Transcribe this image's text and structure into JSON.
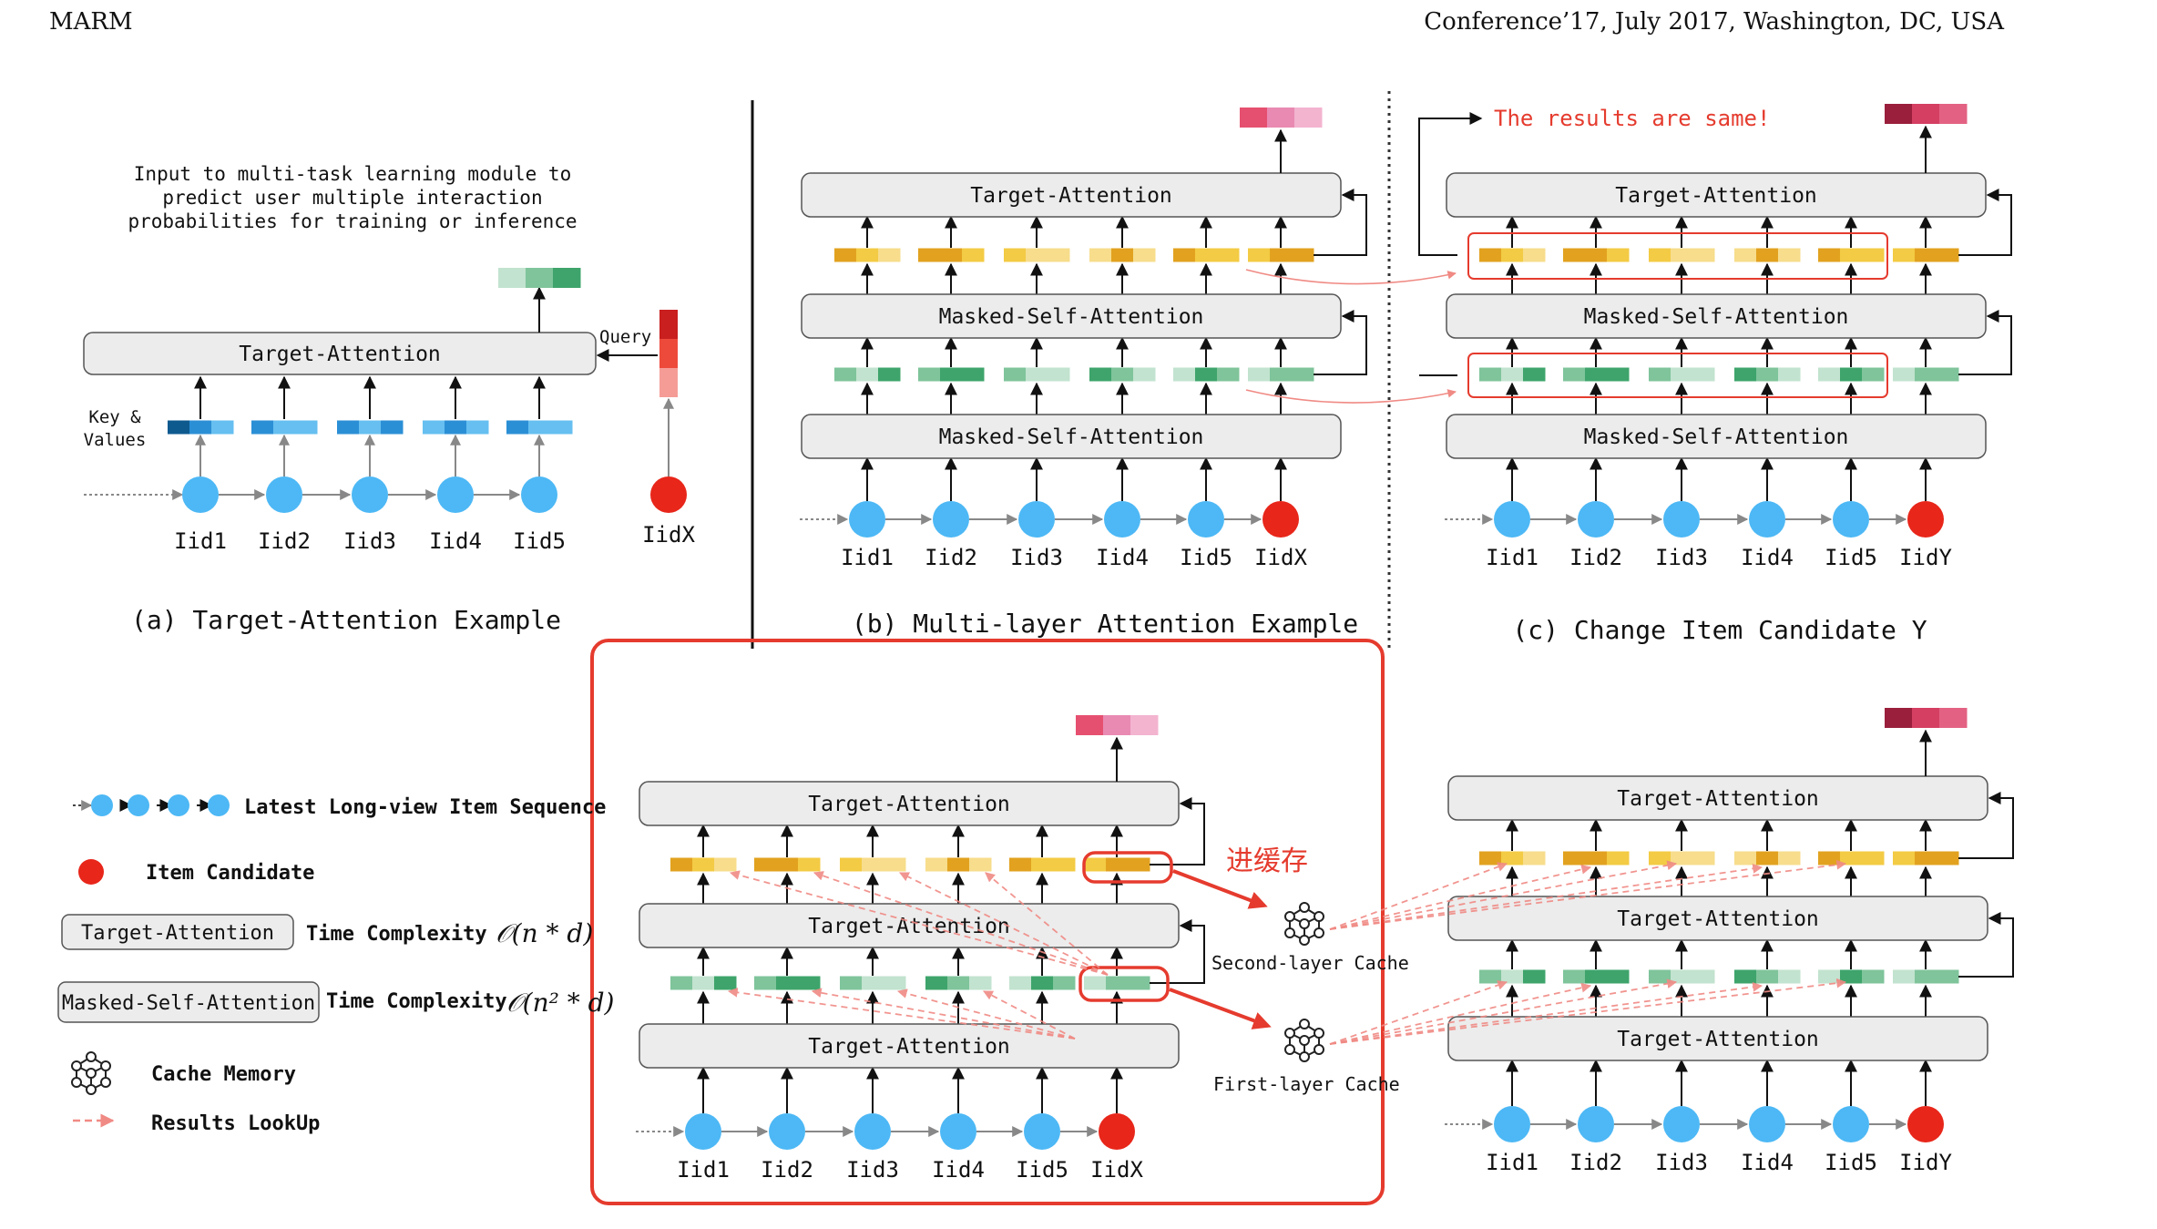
{
  "header": {
    "left": "MARM",
    "right": "Conference’17, July 2017, Washington, DC, USA"
  },
  "labels": {
    "target_attention": "Target-Attention",
    "masked_self_attention": "Masked-Self-Attention",
    "query": "Query",
    "key_values": [
      "Key &",
      "Values"
    ],
    "input_note": [
      "Input to multi-task learning module to",
      "predict  user multiple interaction",
      "probabilities for training or inference"
    ],
    "same_results": "The results are same!",
    "cache_in": "进缓存",
    "second_layer_cache": "Second-layer Cache",
    "first_layer_cache": "First-layer Cache"
  },
  "items": {
    "history": [
      "Iid1",
      "Iid2",
      "Iid3",
      "Iid4",
      "Iid5"
    ],
    "candidate_x": "IidX",
    "candidate_y": "IidY"
  },
  "captions": {
    "a": "(a) Target-Attention Example",
    "b": "(b) Multi-layer Attention Example",
    "c": "(c) Change Item Candidate Y"
  },
  "legend": {
    "sequence": "Latest Long-view Item Sequence",
    "candidate": "Item Candidate",
    "ta_box": "Target-Attention",
    "ta_complexity": "Time Complexity",
    "ta_formula": "𝒪(n * d)",
    "msa_box": "Masked-Self-Attention",
    "msa_complexity": "Time Complexity",
    "msa_formula": "𝒪(n² * d)",
    "cache": "Cache Memory",
    "lookup": "Results LookUp"
  },
  "colors": {
    "node_blue": "#4db8f5",
    "node_red": "#e8261a",
    "box_fill": "#ececec",
    "highlight_red": "#e53b2e",
    "yellow": [
      "#e2a21f",
      "#f3cb44",
      "#f7dd8c"
    ],
    "green": [
      "#3ea46b",
      "#7fc49b",
      "#c2e3cf"
    ],
    "blue": [
      "#0e5a8f",
      "#2b8fd6",
      "#66bff0"
    ],
    "pink": [
      "#e65070",
      "#e98ab2",
      "#f3b4d0"
    ],
    "crimson": [
      "#9a1f3c",
      "#d43f62",
      "#e36283"
    ]
  }
}
